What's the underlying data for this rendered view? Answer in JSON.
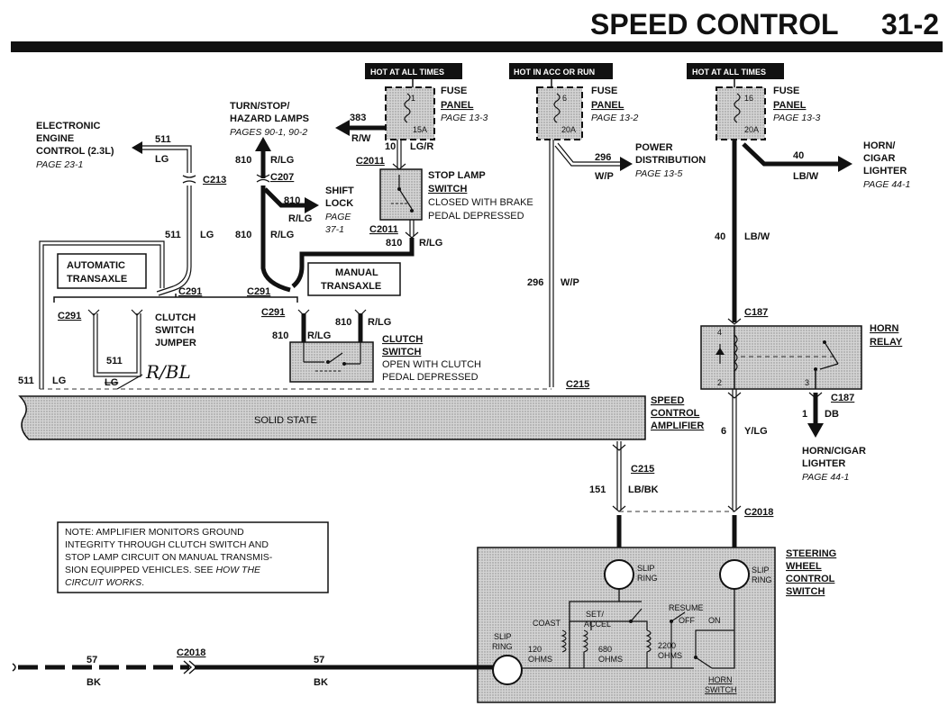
{
  "header": {
    "title": "SPEED CONTROL",
    "page": "31-2"
  },
  "hot_labels": {
    "h1": "HOT AT ALL TIMES",
    "h2": "HOT IN ACC OR RUN",
    "h3": "HOT AT ALL TIMES"
  },
  "fuses": {
    "f1": {
      "num": "1",
      "amp": "15A",
      "l1": "FUSE",
      "l2": "PANEL",
      "page": "PAGE 13-3"
    },
    "f2": {
      "num": "6",
      "amp": "20A",
      "l1": "FUSE",
      "l2": "PANEL",
      "page": "PAGE 13-2"
    },
    "f3": {
      "num": "16",
      "amp": "20A",
      "l1": "FUSE",
      "l2": "PANEL",
      "page": "PAGE 13-3"
    }
  },
  "eec": {
    "l1": "ELECTRONIC",
    "l2": "ENGINE",
    "l3": "CONTROL (2.3L)",
    "page": "PAGE 23-1"
  },
  "turn": {
    "l1": "TURN/STOP/",
    "l2": "HAZARD LAMPS",
    "pages": "PAGES 90-1, 90-2"
  },
  "power_dist": {
    "l1": "POWER",
    "l2": "DISTRIBUTION",
    "page": "PAGE 13-5"
  },
  "horn_cigar_top": {
    "l1": "HORN/",
    "l2": "CIGAR",
    "l3": "LIGHTER",
    "page": "PAGE 44-1"
  },
  "shift_lock": {
    "l1": "SHIFT",
    "l2": "LOCK",
    "p1": "PAGE",
    "p2": "37-1"
  },
  "stop_lamp": {
    "l1": "STOP LAMP",
    "l2": "SWITCH",
    "l3": "CLOSED WITH BRAKE",
    "l4": "PEDAL DEPRESSED"
  },
  "auto_trans": {
    "l1": "AUTOMATIC",
    "l2": "TRANSAXLE"
  },
  "manual_trans": {
    "l1": "MANUAL",
    "l2": "TRANSAXLE"
  },
  "clutch_jumper": {
    "l1": "CLUTCH",
    "l2": "SWITCH",
    "l3": "JUMPER"
  },
  "clutch_switch": {
    "l1": "CLUTCH",
    "l2": "SWITCH",
    "l3": "OPEN WITH CLUTCH",
    "l4": "PEDAL DEPRESSED"
  },
  "horn_relay": {
    "l1": "HORN",
    "l2": "RELAY"
  },
  "amplifier": {
    "body": "SOLID STATE",
    "l1": "SPEED",
    "l2": "CONTROL",
    "l3": "AMPLIFIER"
  },
  "horn_cigar_bottom": {
    "l1": "HORN/CIGAR",
    "l2": "LIGHTER",
    "page": "PAGE 44-1"
  },
  "steering": {
    "l1": "STEERING",
    "l2": "WHEEL",
    "l3": "CONTROL",
    "l4": "SWITCH",
    "slip1": "SLIP",
    "slip2": "RING",
    "set_accel_1": "SET/",
    "set_accel_2": "ACCEL",
    "resume": "RESUME",
    "coast": "COAST",
    "off": "OFF",
    "on": "ON",
    "r120a": "120",
    "r120b": "OHMS",
    "r680a": "680",
    "r680b": "OHMS",
    "r2200a": "2200",
    "r2200b": "OHMS",
    "horn_sw1": "HORN",
    "horn_sw2": "SWITCH"
  },
  "note": {
    "l1": "NOTE: AMPLIFIER MONITORS GROUND",
    "l2": "INTEGRITY THROUGH CLUTCH SWITCH AND",
    "l3": "STOP LAMP CIRCUIT ON MANUAL TRANSMIS-",
    "l4": "SION EQUIPPED VEHICLES. SEE ",
    "l4i": "HOW THE",
    "l5i": "CIRCUIT WORKS",
    "l5": "."
  },
  "connectors": {
    "c213": "C213",
    "c207": "C207",
    "c2011a": "C2011",
    "c2011b": "C2011",
    "c291a": "C291",
    "c291b": "C291",
    "c291c": "C291",
    "c291d": "C291",
    "c215a": "C215",
    "c215b": "C215",
    "c187a": "C187",
    "c187b": "C187",
    "c2018a": "C2018",
    "c2018b": "C2018"
  },
  "wires": {
    "w511a": "511",
    "lga": "LG",
    "w511b": "511",
    "lgb": "LG",
    "w511c": "511",
    "lgc": "LG",
    "w511d": "511",
    "lgd": "LG",
    "hand_note": "R/BL",
    "w383": "383",
    "rw": "R/W",
    "w10": "10",
    "lgr": "LG/R",
    "w810a": "810",
    "rlga": "R/LG",
    "w810b": "810",
    "rlgb": "R/LG",
    "w810c": "810",
    "rlgc": "R/LG",
    "w810d": "810",
    "rlgd": "R/LG",
    "w810e": "810",
    "rlge": "R/LG",
    "w810f": "810",
    "rlgf": "R/LG",
    "w296a": "296",
    "wpa": "W/P",
    "w296b": "296",
    "wpb": "W/P",
    "w40a": "40",
    "lbwa": "LB/W",
    "w40b": "40",
    "lbwb": "LB/W",
    "w1": "1",
    "db": "DB",
    "w6": "6",
    "ylg": "Y/LG",
    "w151": "151",
    "lbbk": "LB/BK",
    "w57a": "57",
    "bka": "BK",
    "w57b": "57",
    "bkb": "BK"
  },
  "relay_pins": {
    "p4": "4",
    "p2": "2",
    "p3": "3"
  }
}
